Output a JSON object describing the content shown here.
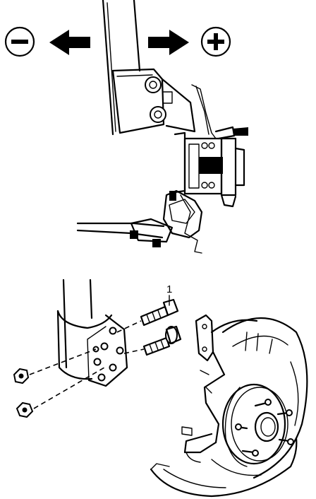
{
  "figure": {
    "callout_label": "1",
    "colors": {
      "ink": "#000000",
      "paper": "#ffffff"
    },
    "top_view": {
      "minus_symbol": "minus",
      "plus_symbol": "plus",
      "arrow_left": "arrow-left",
      "arrow_right": "arrow-right"
    },
    "bottom_view": {
      "parts": [
        "strut-bracket",
        "adjusting-bolts",
        "nuts",
        "steering-knuckle",
        "wheel-hub",
        "brake-dust-shield"
      ]
    }
  }
}
